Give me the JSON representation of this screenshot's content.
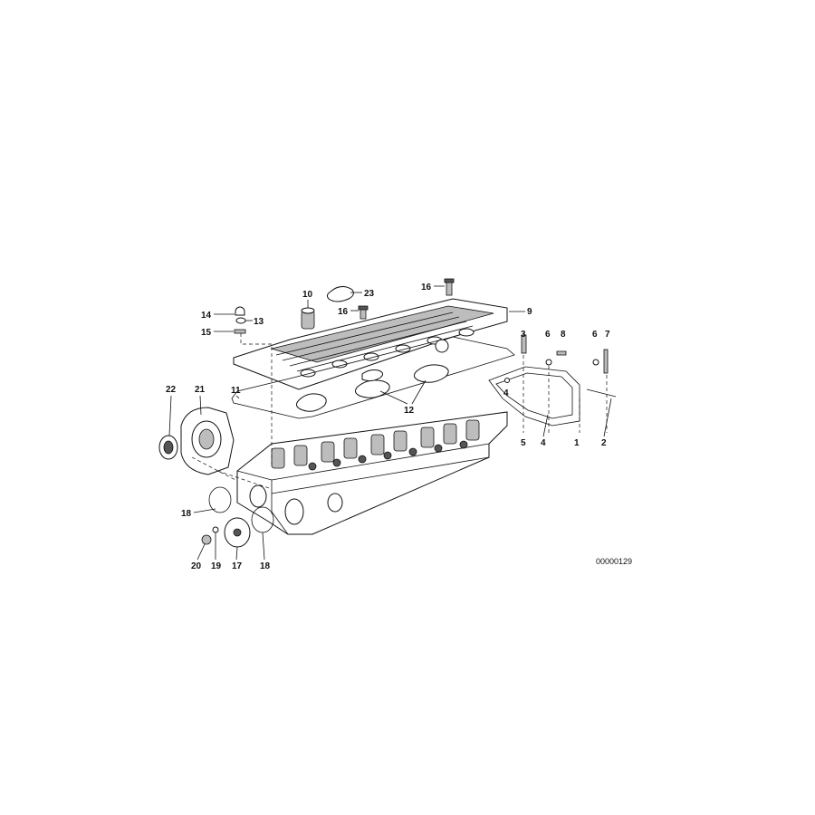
{
  "callouts": {
    "c1": "1",
    "c2": "2",
    "c3": "3",
    "c4a": "4",
    "c4b": "4",
    "c5": "5",
    "c6a": "6",
    "c6b": "6",
    "c7": "7",
    "c8": "8",
    "c9": "9",
    "c10": "10",
    "c11": "11",
    "c12": "12",
    "c13": "13",
    "c14": "14",
    "c15": "15",
    "c16a": "16",
    "c16b": "16",
    "c17": "17",
    "c18a": "18",
    "c18b": "18",
    "c19": "19",
    "c20": "20",
    "c21": "21",
    "c22": "22",
    "c23": "23"
  },
  "diagram_code": "00000129"
}
